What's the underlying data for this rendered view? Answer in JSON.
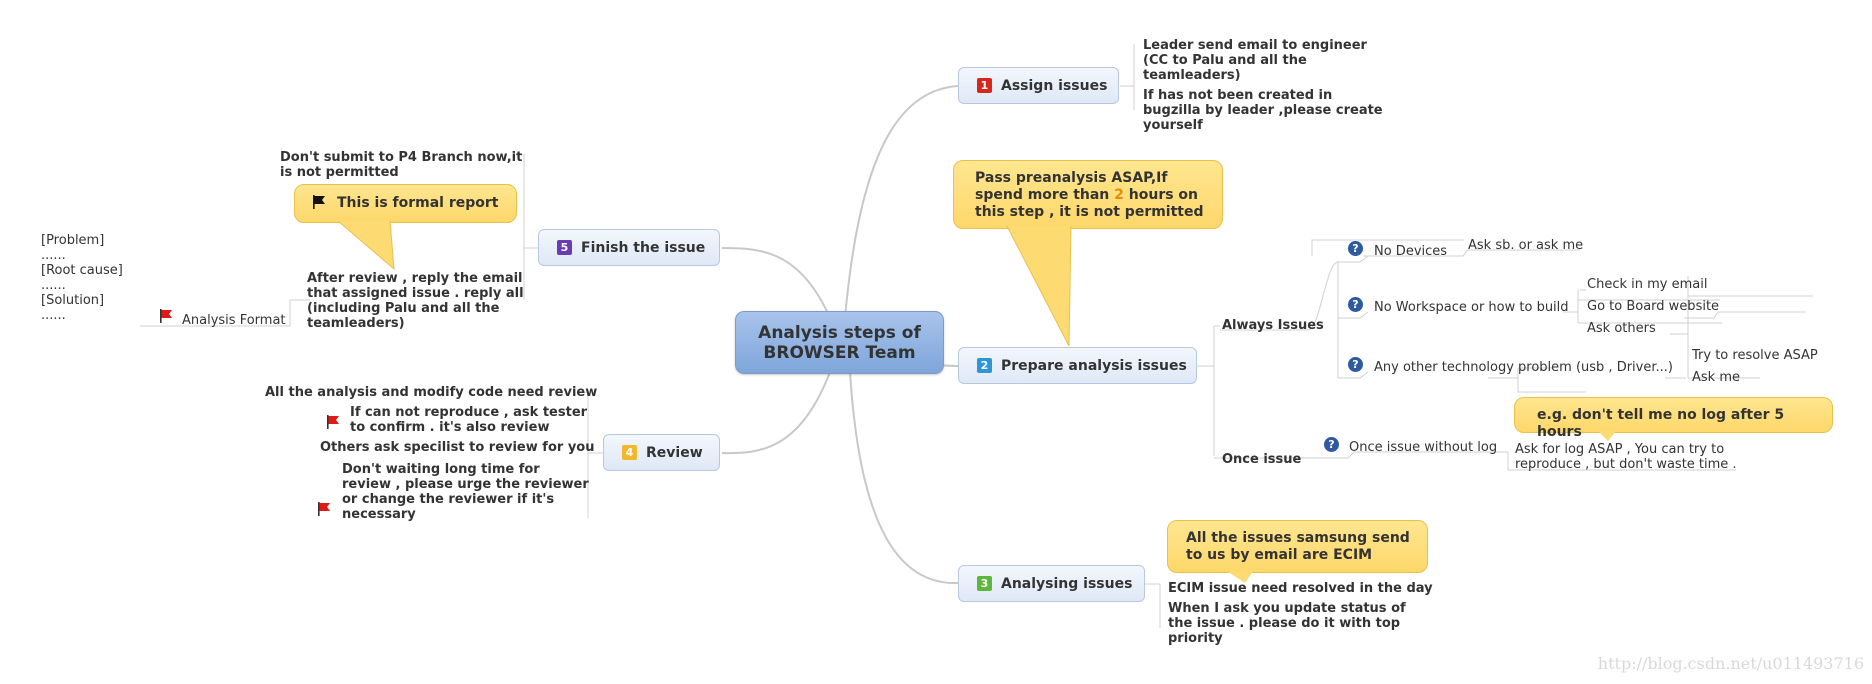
{
  "central": {
    "title": "Analysis steps of\nBROWSER Team",
    "color": "#8fb0e0"
  },
  "colors": {
    "num1": "#d7261e",
    "num2": "#2d96d3",
    "num3": "#5db73c",
    "num4": "#f1b82d",
    "num5": "#6b3bb3",
    "flag_red": "#e01818",
    "flag_black": "#111111",
    "line": "#c8c8c8"
  },
  "branches": {
    "assign": {
      "number": "1",
      "label": "Assign issues",
      "notes": [
        "Leader send email to engineer\n(CC to Palu and all the\nteamleaders)",
        "If has not been created in\nbugzilla by leader ,please create\nyourself"
      ]
    },
    "prepare": {
      "number": "2",
      "label": "Prepare analysis issues",
      "callout_pre": "Pass preanalysis ASAP,If\nspend more than ",
      "callout_hl": "2",
      "callout_post": " hours on\nthis step , it is not permitted",
      "always": {
        "label": "Always Issues",
        "no_devices": {
          "label": "No Devices",
          "answers": [
            "Ask sb. or ask me"
          ]
        },
        "no_workspace": {
          "label": "No Workspace or how to build",
          "answers": [
            "Check in my email",
            "Go to Board website",
            "Ask others"
          ]
        },
        "other_tech": {
          "label": "Any other technology problem (usb , Driver...)",
          "answers": [
            "Try to resolve ASAP",
            "Ask me"
          ]
        }
      },
      "once": {
        "label": "Once issue",
        "without_log": {
          "label": "Once issue without log",
          "answer": "Ask for log ASAP , You can try to\nreproduce , but don't waste time ."
        },
        "callout": "e.g. don't tell me no log after 5 hours"
      }
    },
    "analysing": {
      "number": "3",
      "label": "Analysing issues",
      "callout": "All the issues samsung send\nto us by email are ECIM",
      "notes": [
        "ECIM issue need resolved in the day",
        "When I ask you update status of\nthe issue . please do it with top\npriority"
      ]
    },
    "review": {
      "number": "4",
      "label": "Review",
      "notes": [
        "All the analysis and modify code need review",
        "If can not reproduce , ask tester\nto confirm . it's also review",
        "Others ask specilist to review for you",
        "Don't waiting long time for\nreview , please urge the reviewer\nor change the reviewer if it's\nnecessary"
      ]
    },
    "finish": {
      "number": "5",
      "label": "Finish the issue",
      "notes": [
        "Don't submit to P4 Branch now,it\nis not permitted",
        "After review , reply the email\nthat assigned issue . reply all\n(including Palu and all the\nteamleaders)"
      ],
      "callout": "This is formal report",
      "format": {
        "label": "Analysis Format",
        "content": "[Problem]\n......\n[Root cause]\n......\n[Solution]\n......"
      }
    }
  },
  "watermark": "http://blog.csdn.net/u011493716"
}
